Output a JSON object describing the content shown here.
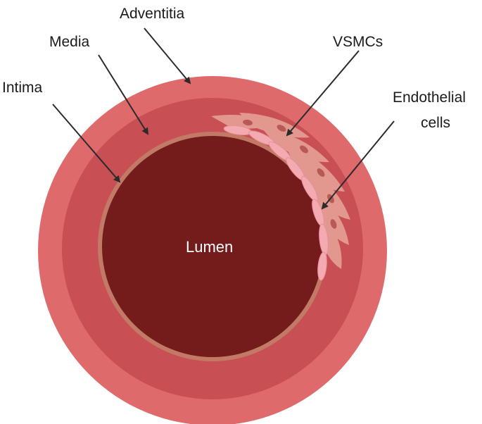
{
  "labels": {
    "adventitia": "Adventitia",
    "media": "Media",
    "intima": "Intima",
    "vsmcs": "VSMCs",
    "endothelial_line1": "Endothelial",
    "endothelial_line2": "cells",
    "lumen": "Lumen"
  },
  "colors": {
    "adventitia": "#df6a6b",
    "media": "#c84f53",
    "intima": "#c27a66",
    "lumen": "#741b1b",
    "vsmc": "#e7a59a",
    "vsmc_nucleus": "#b75a55",
    "endothelial": "#f3aab0",
    "arrow": "#2b2b2b"
  }
}
